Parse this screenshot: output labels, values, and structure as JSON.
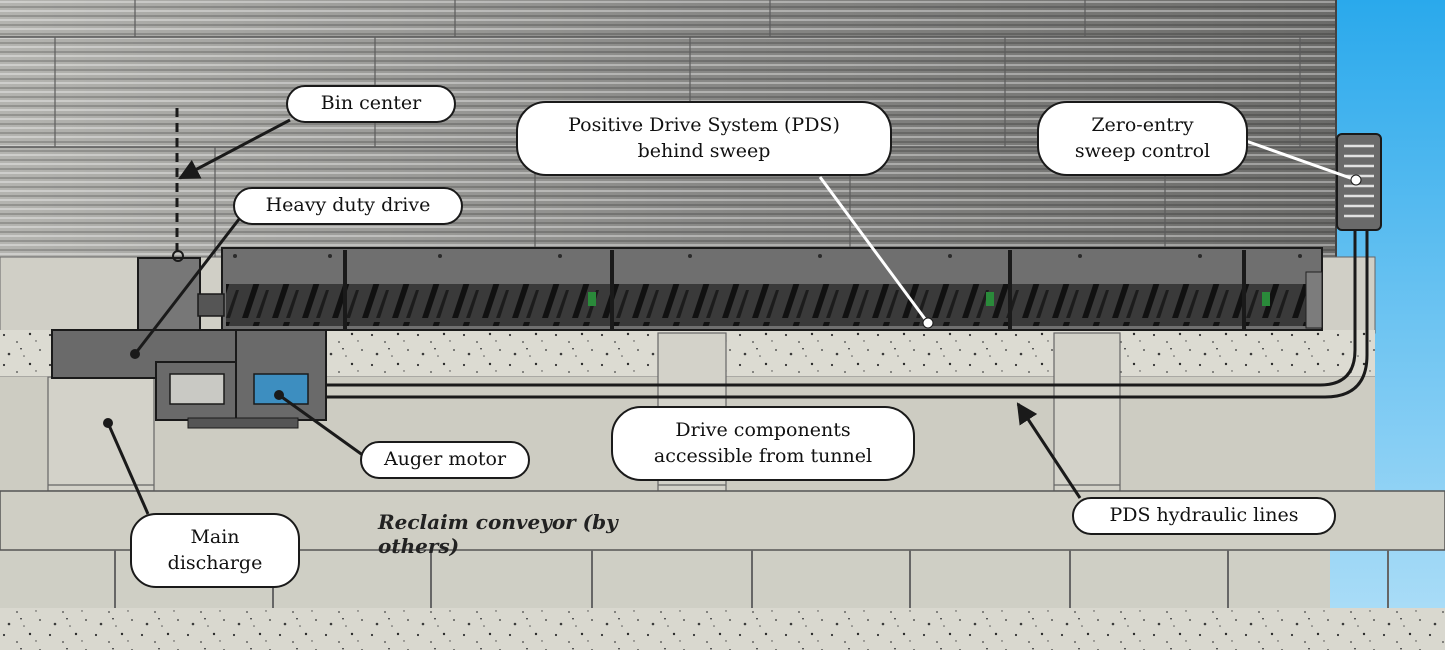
{
  "callouts": {
    "bin_center": "Bin center",
    "heavy_duty_drive": "Heavy duty drive",
    "pds": {
      "line1": "Positive Drive System  (PDS)",
      "line2": "behind sweep"
    },
    "zero_entry": {
      "line1": "Zero-entry",
      "line2": "sweep control"
    },
    "auger_motor": "Auger motor",
    "drive_components": {
      "line1": "Drive components",
      "line2": "accessible from tunnel"
    },
    "pds_hydraulic_lines": "PDS hydraulic lines",
    "main_discharge": {
      "line1": "Main",
      "line2": "discharge"
    }
  },
  "caption": "Reclaim conveyor (by others)",
  "colors": {
    "bin_wall": "#8c8c8c",
    "sky": "#3fb3ee",
    "concrete": "#d9d8cf",
    "slab": "#cbcac0",
    "sweep_body": "#6e6e6e",
    "outline": "#1a1a1a"
  }
}
